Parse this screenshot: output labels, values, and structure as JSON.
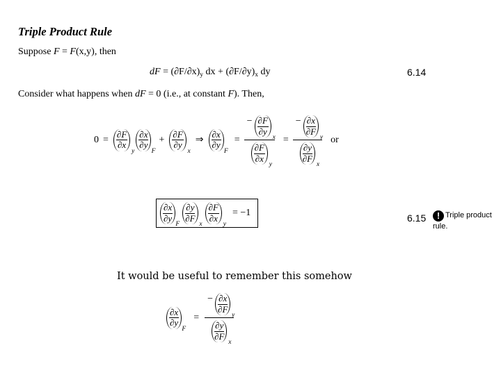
{
  "title": "Triple Product Rule",
  "intro": {
    "prefix": "Suppose ",
    "F": "F",
    "mid": " = ",
    "Fxy": "F",
    "args": "(x,y)",
    "suffix": ", then"
  },
  "eq614": {
    "lhs": "dF",
    "body": " = (∂F/∂x)",
    "sub1": "y",
    "dx": " dx + (∂F/∂y)",
    "sub2": "x",
    "dy": " dy",
    "number": "6.14"
  },
  "consider": {
    "a": "Consider what happens when ",
    "dF": "dF",
    "b": " = 0 (i.e., at constant ",
    "F": "F",
    "c": "). Then,"
  },
  "sym": {
    "zero": "0",
    "eq": "=",
    "plus": "+",
    "implies": "⇒",
    "minus": "−",
    "or": "or",
    "minus_one": "= −1"
  },
  "d": {
    "dF": "∂F",
    "dx": "∂x",
    "dy": "∂y",
    "x": "x",
    "y": "y",
    "F": "F"
  },
  "eq615": {
    "number": "6.15"
  },
  "note": {
    "icon": "!",
    "line1": "Triple product",
    "line2": "rule."
  },
  "remark": "It would be useful to remember this somehow"
}
